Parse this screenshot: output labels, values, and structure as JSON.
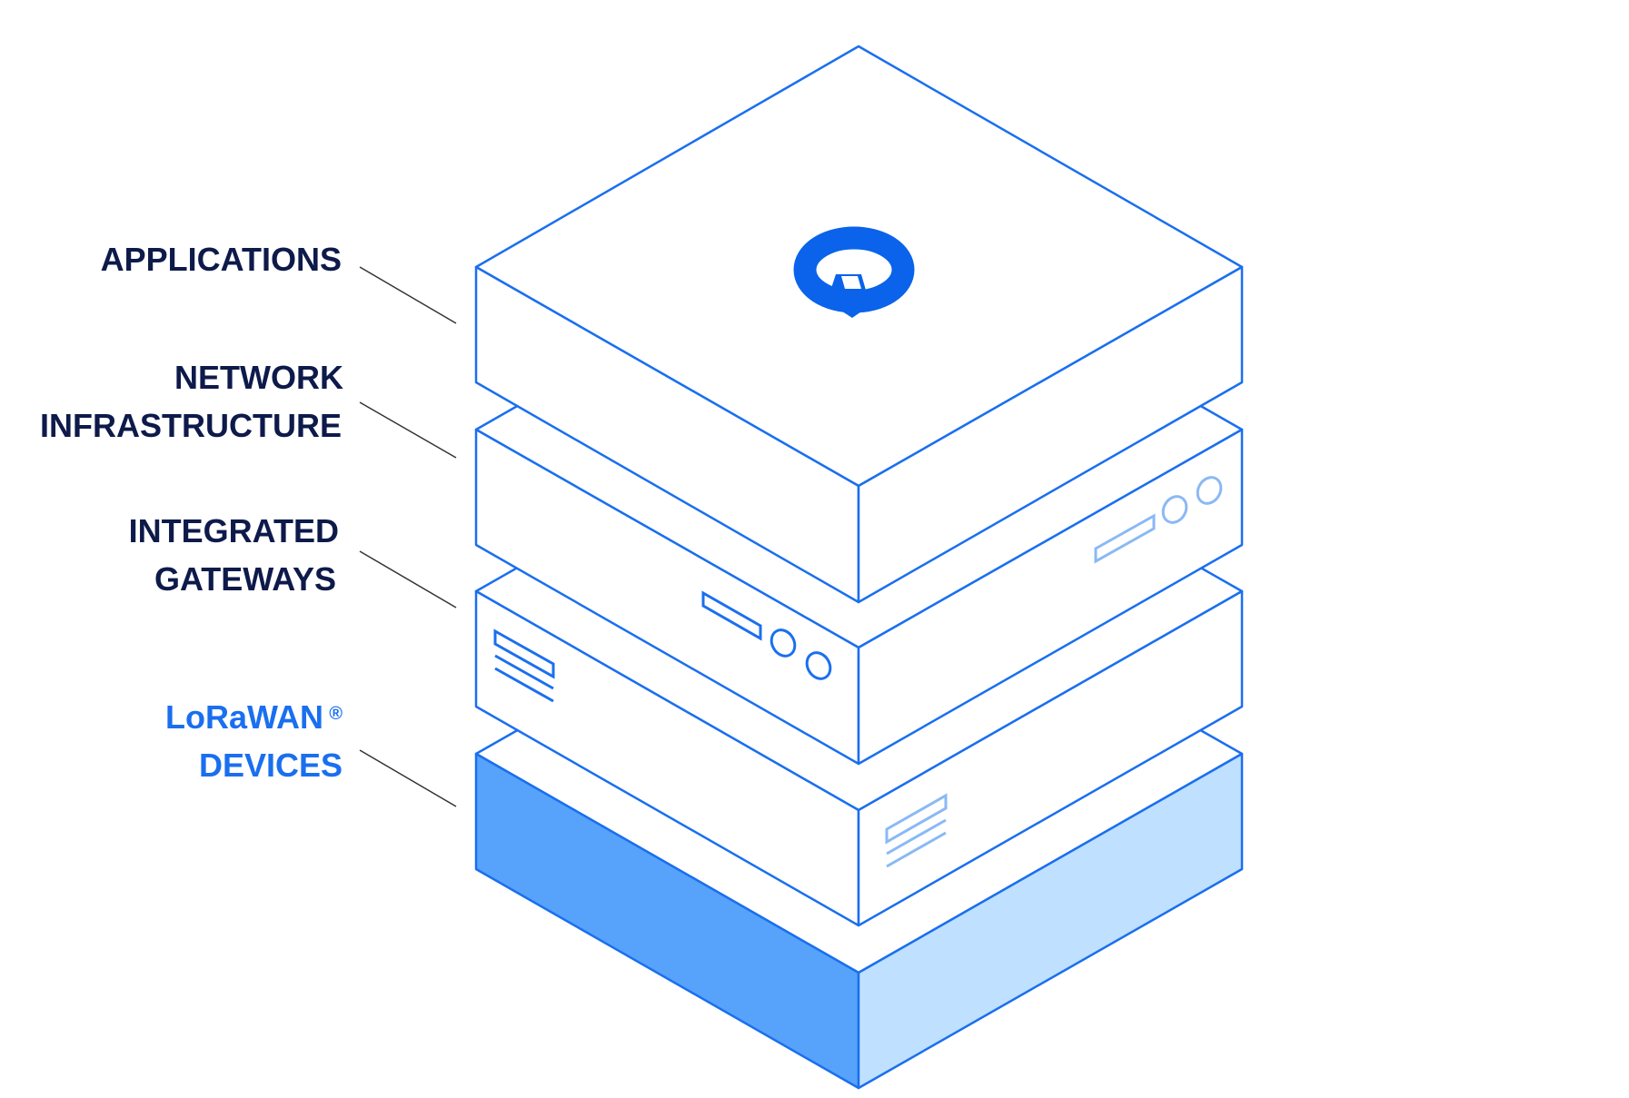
{
  "colors": {
    "outline": "#1a6fef",
    "label_dark": "#0d1a4a",
    "label_accent": "#1a6fef",
    "leader": "#333333",
    "fill_left": "#57a3fb",
    "fill_right": "#bfe0fe",
    "detail_light": "#8ab9f5",
    "logo": "#0a63ea"
  },
  "layers": [
    {
      "id": "applications",
      "lines": [
        "APPLICATIONS"
      ],
      "accent": false
    },
    {
      "id": "network-infrastructure",
      "lines": [
        "NETWORK",
        "INFRASTRUCTURE"
      ],
      "accent": false
    },
    {
      "id": "integrated-gateways",
      "lines": [
        "INTEGRATED",
        "GATEWAYS"
      ],
      "accent": false
    },
    {
      "id": "lorawan-devices",
      "lines": [
        "LoRaWAN",
        "DEVICES"
      ],
      "accent": true,
      "superscript": "®"
    }
  ],
  "logo": {
    "icon": "q-logo-icon"
  }
}
